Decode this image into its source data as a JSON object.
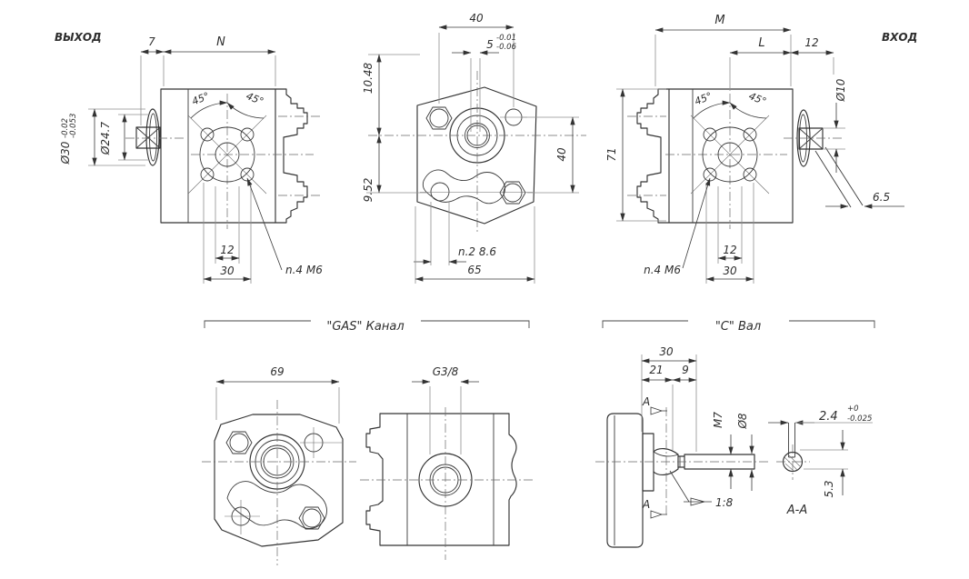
{
  "ports": {
    "output": "ВЫХОД",
    "input": "ВХОД"
  },
  "sections": {
    "gas": "\"GAS\" Канал",
    "shaft": "\"C\" Вал"
  },
  "v1": {
    "d7": "7",
    "dN": "N",
    "dia30": "Ø30",
    "dia30_tol_upper": "-0.02",
    "dia30_tol_lower": "-0.053",
    "dia247": "Ø24.7",
    "angle": "45°",
    "d12": "12",
    "d30": "30",
    "bolts_note": "n.4  M6"
  },
  "v2": {
    "d40_top": "40",
    "key_width": "5",
    "key_tol_upper": "-0.01",
    "key_tol_lower": "-0.06",
    "d1048": "10.48",
    "d952": "9.52",
    "d40_right": "40",
    "holes_note": "n.2  8.6",
    "d65": "65"
  },
  "v3": {
    "dM": "M",
    "dL": "L",
    "d12_top": "12",
    "dia10": "Ø10",
    "d71": "71",
    "d65": "6.5",
    "angle": "45°",
    "d12": "12",
    "d30": "30",
    "bolts_note": "n.4 M6"
  },
  "v4": {
    "d69": "69"
  },
  "v5": {
    "thread": "G3/8"
  },
  "v6": {
    "d30": "30",
    "d21": "21",
    "d9": "9",
    "m7": "M7",
    "dia8": "Ø8",
    "key": "2.4",
    "key_tol_upper": "+0",
    "key_tol_lower": "-0.025",
    "d53": "5.3",
    "taper": "1:8",
    "mark": "A",
    "section": "A-A"
  }
}
